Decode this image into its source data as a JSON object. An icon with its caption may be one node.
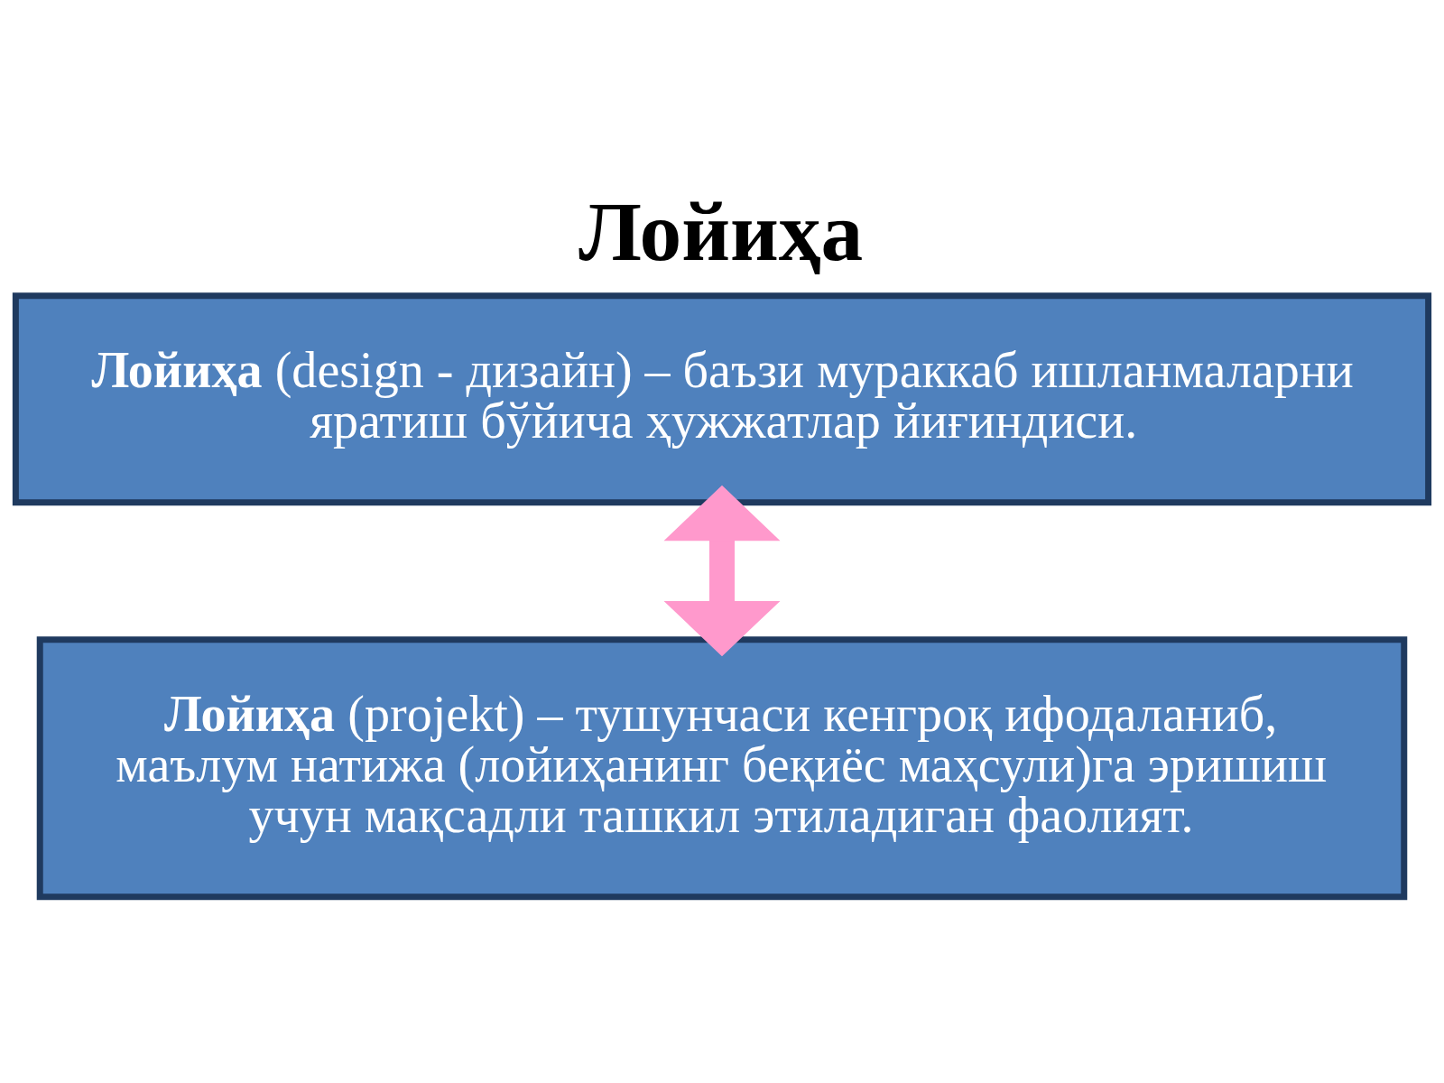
{
  "diagram": {
    "title": "Лойиҳа",
    "nodes": [
      {
        "text": [
          "**Лойиҳа** (design - дизайн) – баъзи мураккаб ишланмаларни яратиш бўйича ҳужжатлар йиғиндиси."
        ]
      },
      {
        "text": [
          "**Лойиҳа** (projekt) – тушунчаси кенгроқ ифодаланиб, маълум натижа (лойиҳанинг беқиёс маҳсули)га эришиш учун мақсадли ташкил этиладиган фаолият."
        ]
      }
    ],
    "edges": [
      {
        "from": 0,
        "to": 1,
        "arrow": "both"
      }
    ]
  }
}
